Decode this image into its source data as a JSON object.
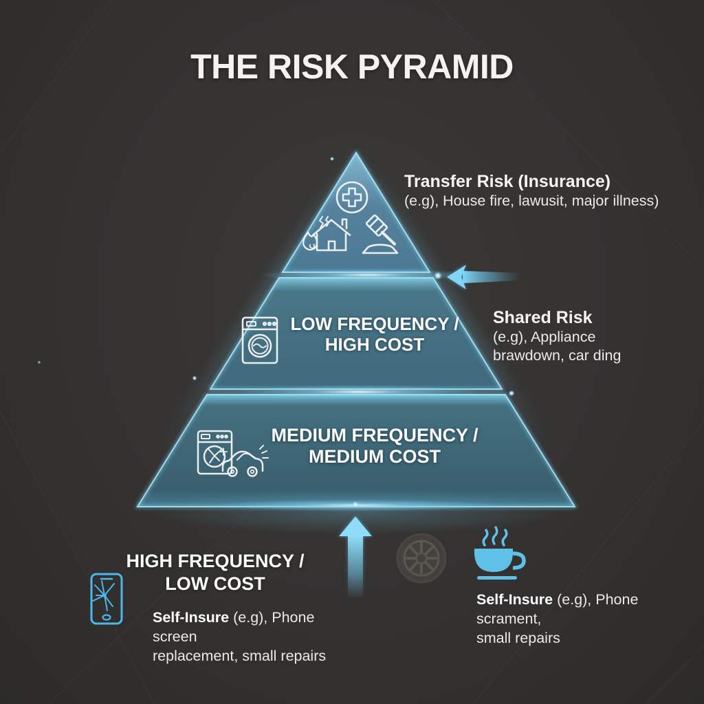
{
  "title": "THE RISK PYRAMID",
  "pyramid": {
    "tier_top": {
      "annotation_title": "Transfer Risk (Insurance)",
      "annotation_desc": "(e.g), House fire, lawusit, major illness)"
    },
    "tier_middle": {
      "label_line1": "LOW FREQUENCY /",
      "label_line2": "HIGH COST",
      "annotation_title": "Shared Risk",
      "annotation_desc_line1": "(e.g), Appliance",
      "annotation_desc_line2": "brawdown, car ding"
    },
    "tier_bottom": {
      "label_line1": "MEDIUM FREQUENCY /",
      "label_line2": "MEDIUM COST"
    }
  },
  "footer": {
    "heading_line1": "HIGH FREQUENCY /",
    "heading_line2": "LOW COST",
    "left_note_bold": "Self-Insure",
    "left_note_line1_rest": " (e.g), Phone screen",
    "left_note_line2": "replacement, small repairs",
    "right_note_bold": "Self-Insure",
    "right_note_line1_rest": " (e.g), Phone scrament,",
    "right_note_line2": "small repairs"
  },
  "icons": {
    "tier_top": [
      "medical-cross-icon",
      "house-fire-icon",
      "gavel-icon"
    ],
    "tier_middle": [
      "washing-machine-icon"
    ],
    "tier_bottom": [
      "washing-machine-icon",
      "car-icon"
    ],
    "footer": [
      "cracked-phone-icon",
      "tire-icon",
      "coffee-cup-icon"
    ],
    "arrows": [
      "upward-arrow",
      "leftward-arrow"
    ]
  },
  "colors": {
    "background": "#343231",
    "pyramid_top_fill": "#6aa6c4",
    "pyramid_middle_fill": "#45707f",
    "pyramid_bottom_fill": "#3c6473",
    "edge_glow": "#aee3f5",
    "accent_cyan": "#6fcdf0",
    "icon_white": "#f4f6f6",
    "text_white": "#f2f1ef",
    "tire_gray": "#45423f"
  }
}
